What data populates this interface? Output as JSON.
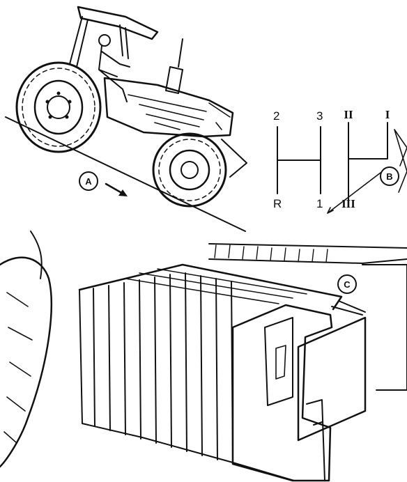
{
  "callouts": {
    "a": "A",
    "b": "B",
    "c": "C"
  },
  "shift_pattern": {
    "range_gears": [
      "2",
      "3",
      "R",
      "1"
    ],
    "range_groups": [
      "II",
      "I",
      "III"
    ]
  },
  "colors": {
    "ink": "#111111",
    "paper": "#ffffff"
  }
}
